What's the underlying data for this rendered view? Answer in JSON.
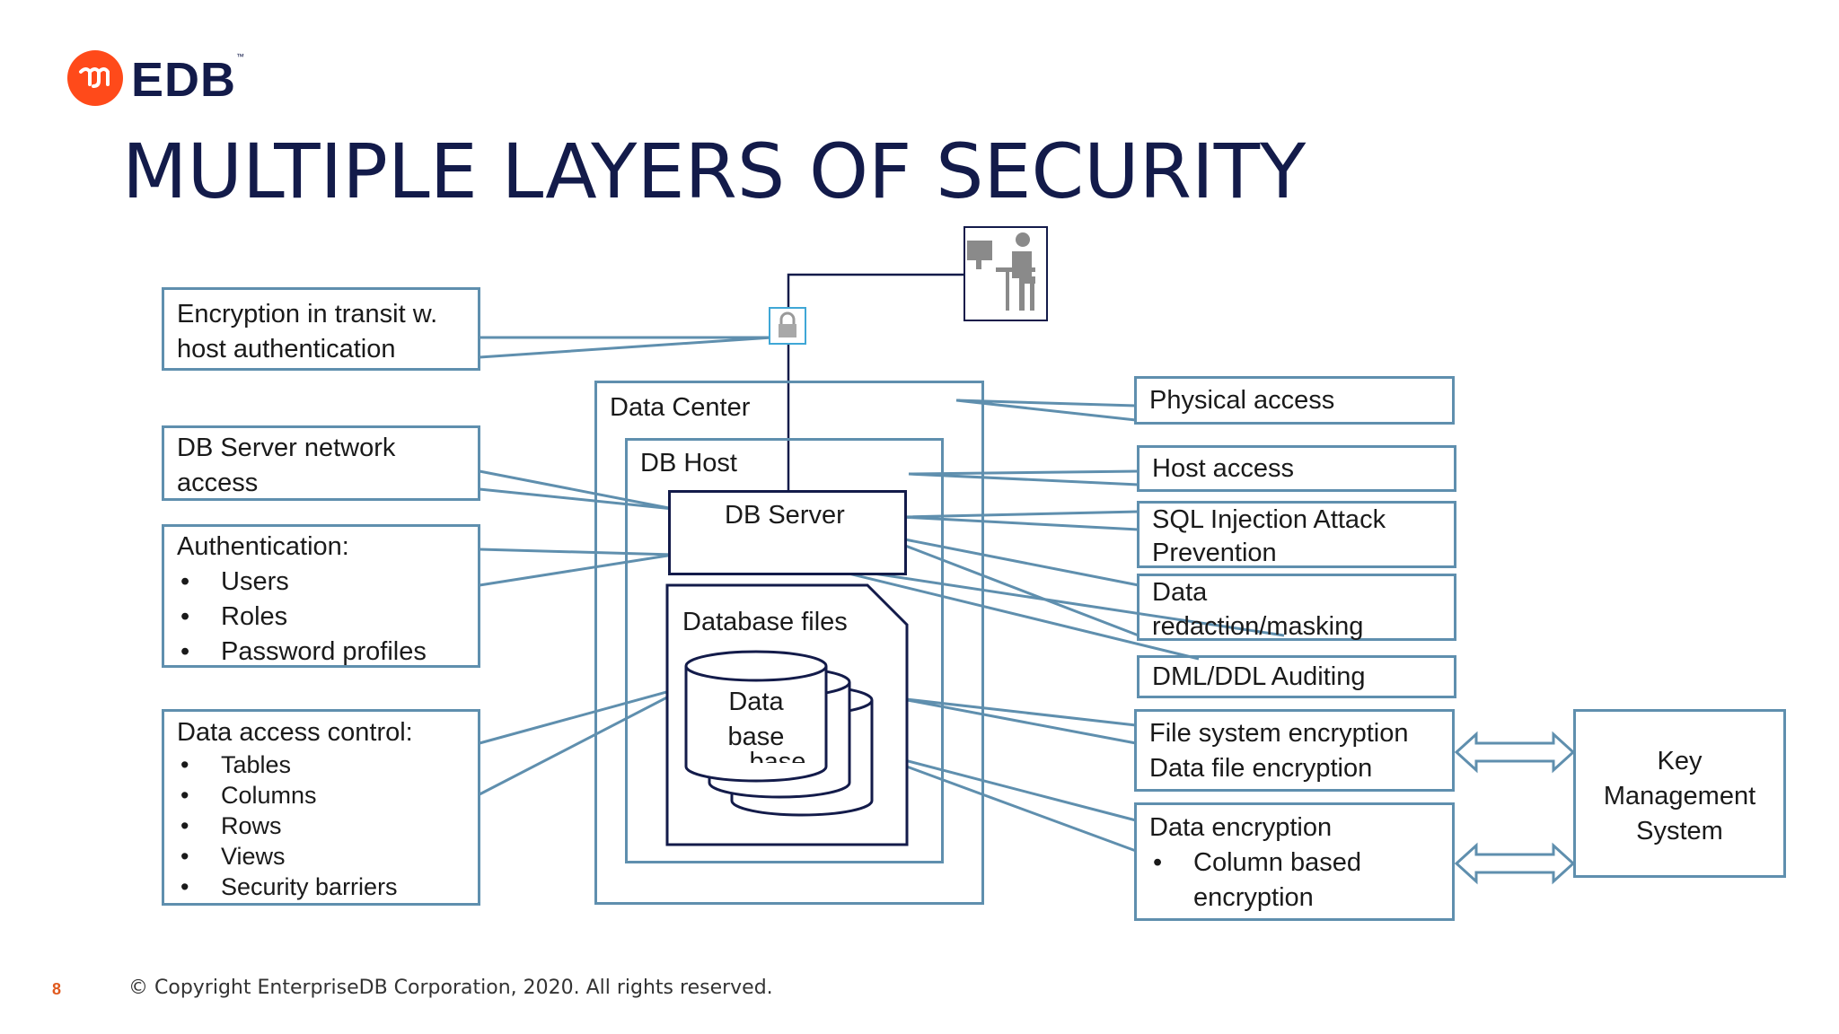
{
  "brand": {
    "name": "EDB",
    "tm": "™"
  },
  "title": "MULTIPLE LAYERS OF SECURITY",
  "left": {
    "encryption_transit": [
      "Encryption in transit w.",
      "host authentication"
    ],
    "db_network": [
      "DB Server network",
      "access"
    ],
    "authentication": {
      "heading": "Authentication:",
      "items": [
        "Users",
        "Roles",
        "Password profiles"
      ]
    },
    "data_access": {
      "heading": "Data access control:",
      "items": [
        "Tables",
        "Columns",
        "Rows",
        "Views",
        "Security barriers"
      ]
    }
  },
  "center": {
    "data_center": "Data Center",
    "db_host": "DB Host",
    "db_server": "DB Server",
    "database_files": "Database files",
    "db_front": [
      "Data",
      "base"
    ],
    "db_back": "base"
  },
  "right": {
    "physical": "Physical access",
    "host": "Host access",
    "sql_injection": [
      "SQL Injection Attack",
      "Prevention"
    ],
    "redaction": [
      "Data",
      "redaction/masking"
    ],
    "auditing": "DML/DDL Auditing",
    "file_encryption": [
      "File system encryption",
      "Data file encryption"
    ],
    "data_encryption": {
      "heading": "Data encryption",
      "items": [
        "Column based",
        "encryption"
      ]
    }
  },
  "kms": [
    "Key",
    "Management",
    "System"
  ],
  "footer": {
    "page": "8",
    "copyright": "© Copyright EnterpriseDB Corporation, 2020. All rights reserved."
  },
  "colors": {
    "box": "#5f8fae",
    "navy": "#131b4a",
    "brand": "#ff4a1a"
  }
}
